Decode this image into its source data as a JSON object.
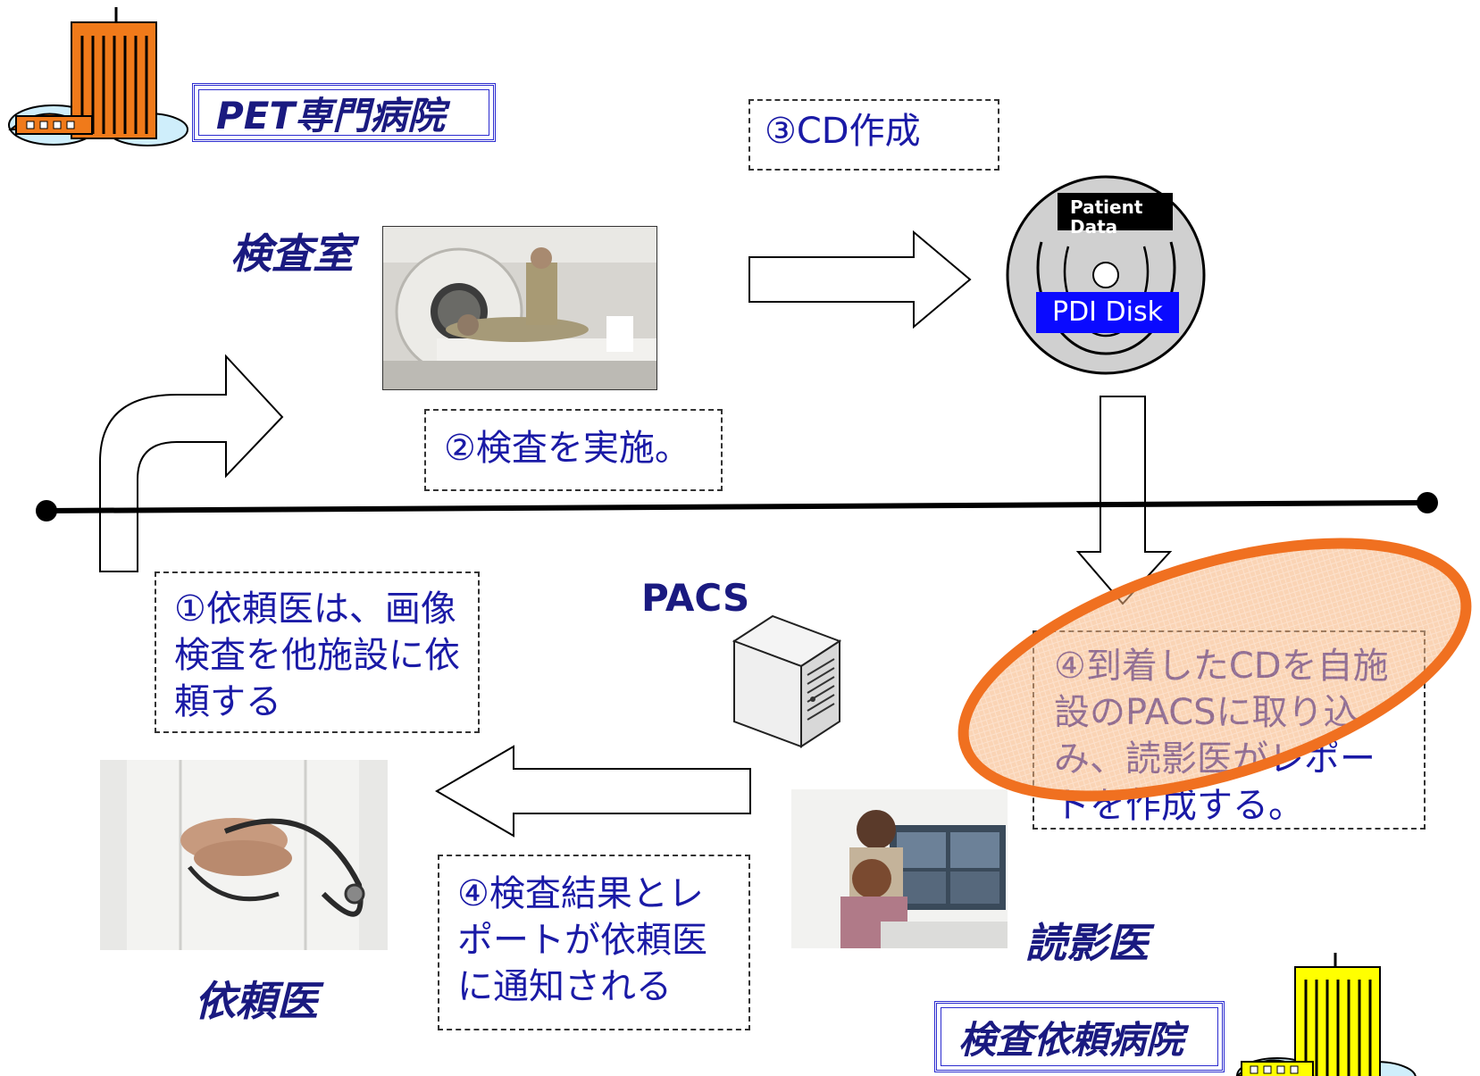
{
  "hospitals": {
    "pet_hospital": "PET専門病院",
    "requesting_hospital": "検査依頼病院"
  },
  "labels": {
    "exam_room": "検査室",
    "requesting_doctor": "依頼医",
    "radiologist": "読影医",
    "pacs": "PACS"
  },
  "steps": {
    "step1": "①依頼医は、画像検査を他施設に依頼する",
    "step2": "②検査を実施。",
    "step3": "③CD作成",
    "step4a": "④到着したCDを自施設のPACSに取り込み、読影医がレポートを作成する。",
    "step4b": "④検査結果とレポートが依頼医に通知される"
  },
  "disk": {
    "patient_data": "Patient Data",
    "pdi_disk": "PDI Disk"
  },
  "colors": {
    "text_blue": "#1a1aa6",
    "orange_highlight": "#f07020",
    "building_orange": "#f07a1a",
    "building_yellow": "#ffff00"
  }
}
